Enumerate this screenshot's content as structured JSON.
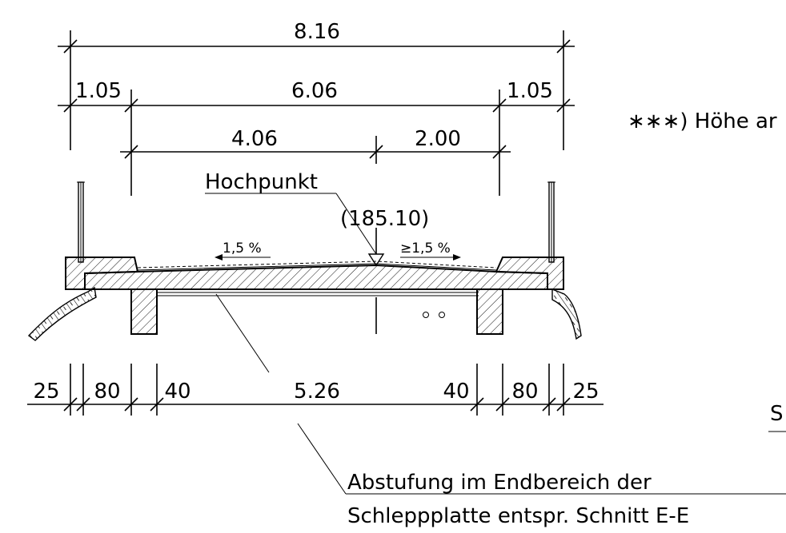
{
  "dimensions": {
    "overall_width": "8.16",
    "left_edge": "1.05",
    "middle_width": "6.06",
    "right_edge": "1.05",
    "left_carriageway": "4.06",
    "right_carriageway": "2.00",
    "bottom": [
      "25",
      "80",
      "40",
      "5.26",
      "40",
      "80",
      "25"
    ]
  },
  "labels": {
    "crown": "Hochpunkt",
    "crown_level": "(185.10)",
    "slope_left": "1,5 %",
    "slope_right": "≥1,5 %",
    "note": "∗∗∗) Höhe ar",
    "section_mark": "S",
    "callout_line1": "Abstufung im Endbereich der",
    "callout_line2": "Schleppplatte entspr. Schnitt E-E"
  }
}
